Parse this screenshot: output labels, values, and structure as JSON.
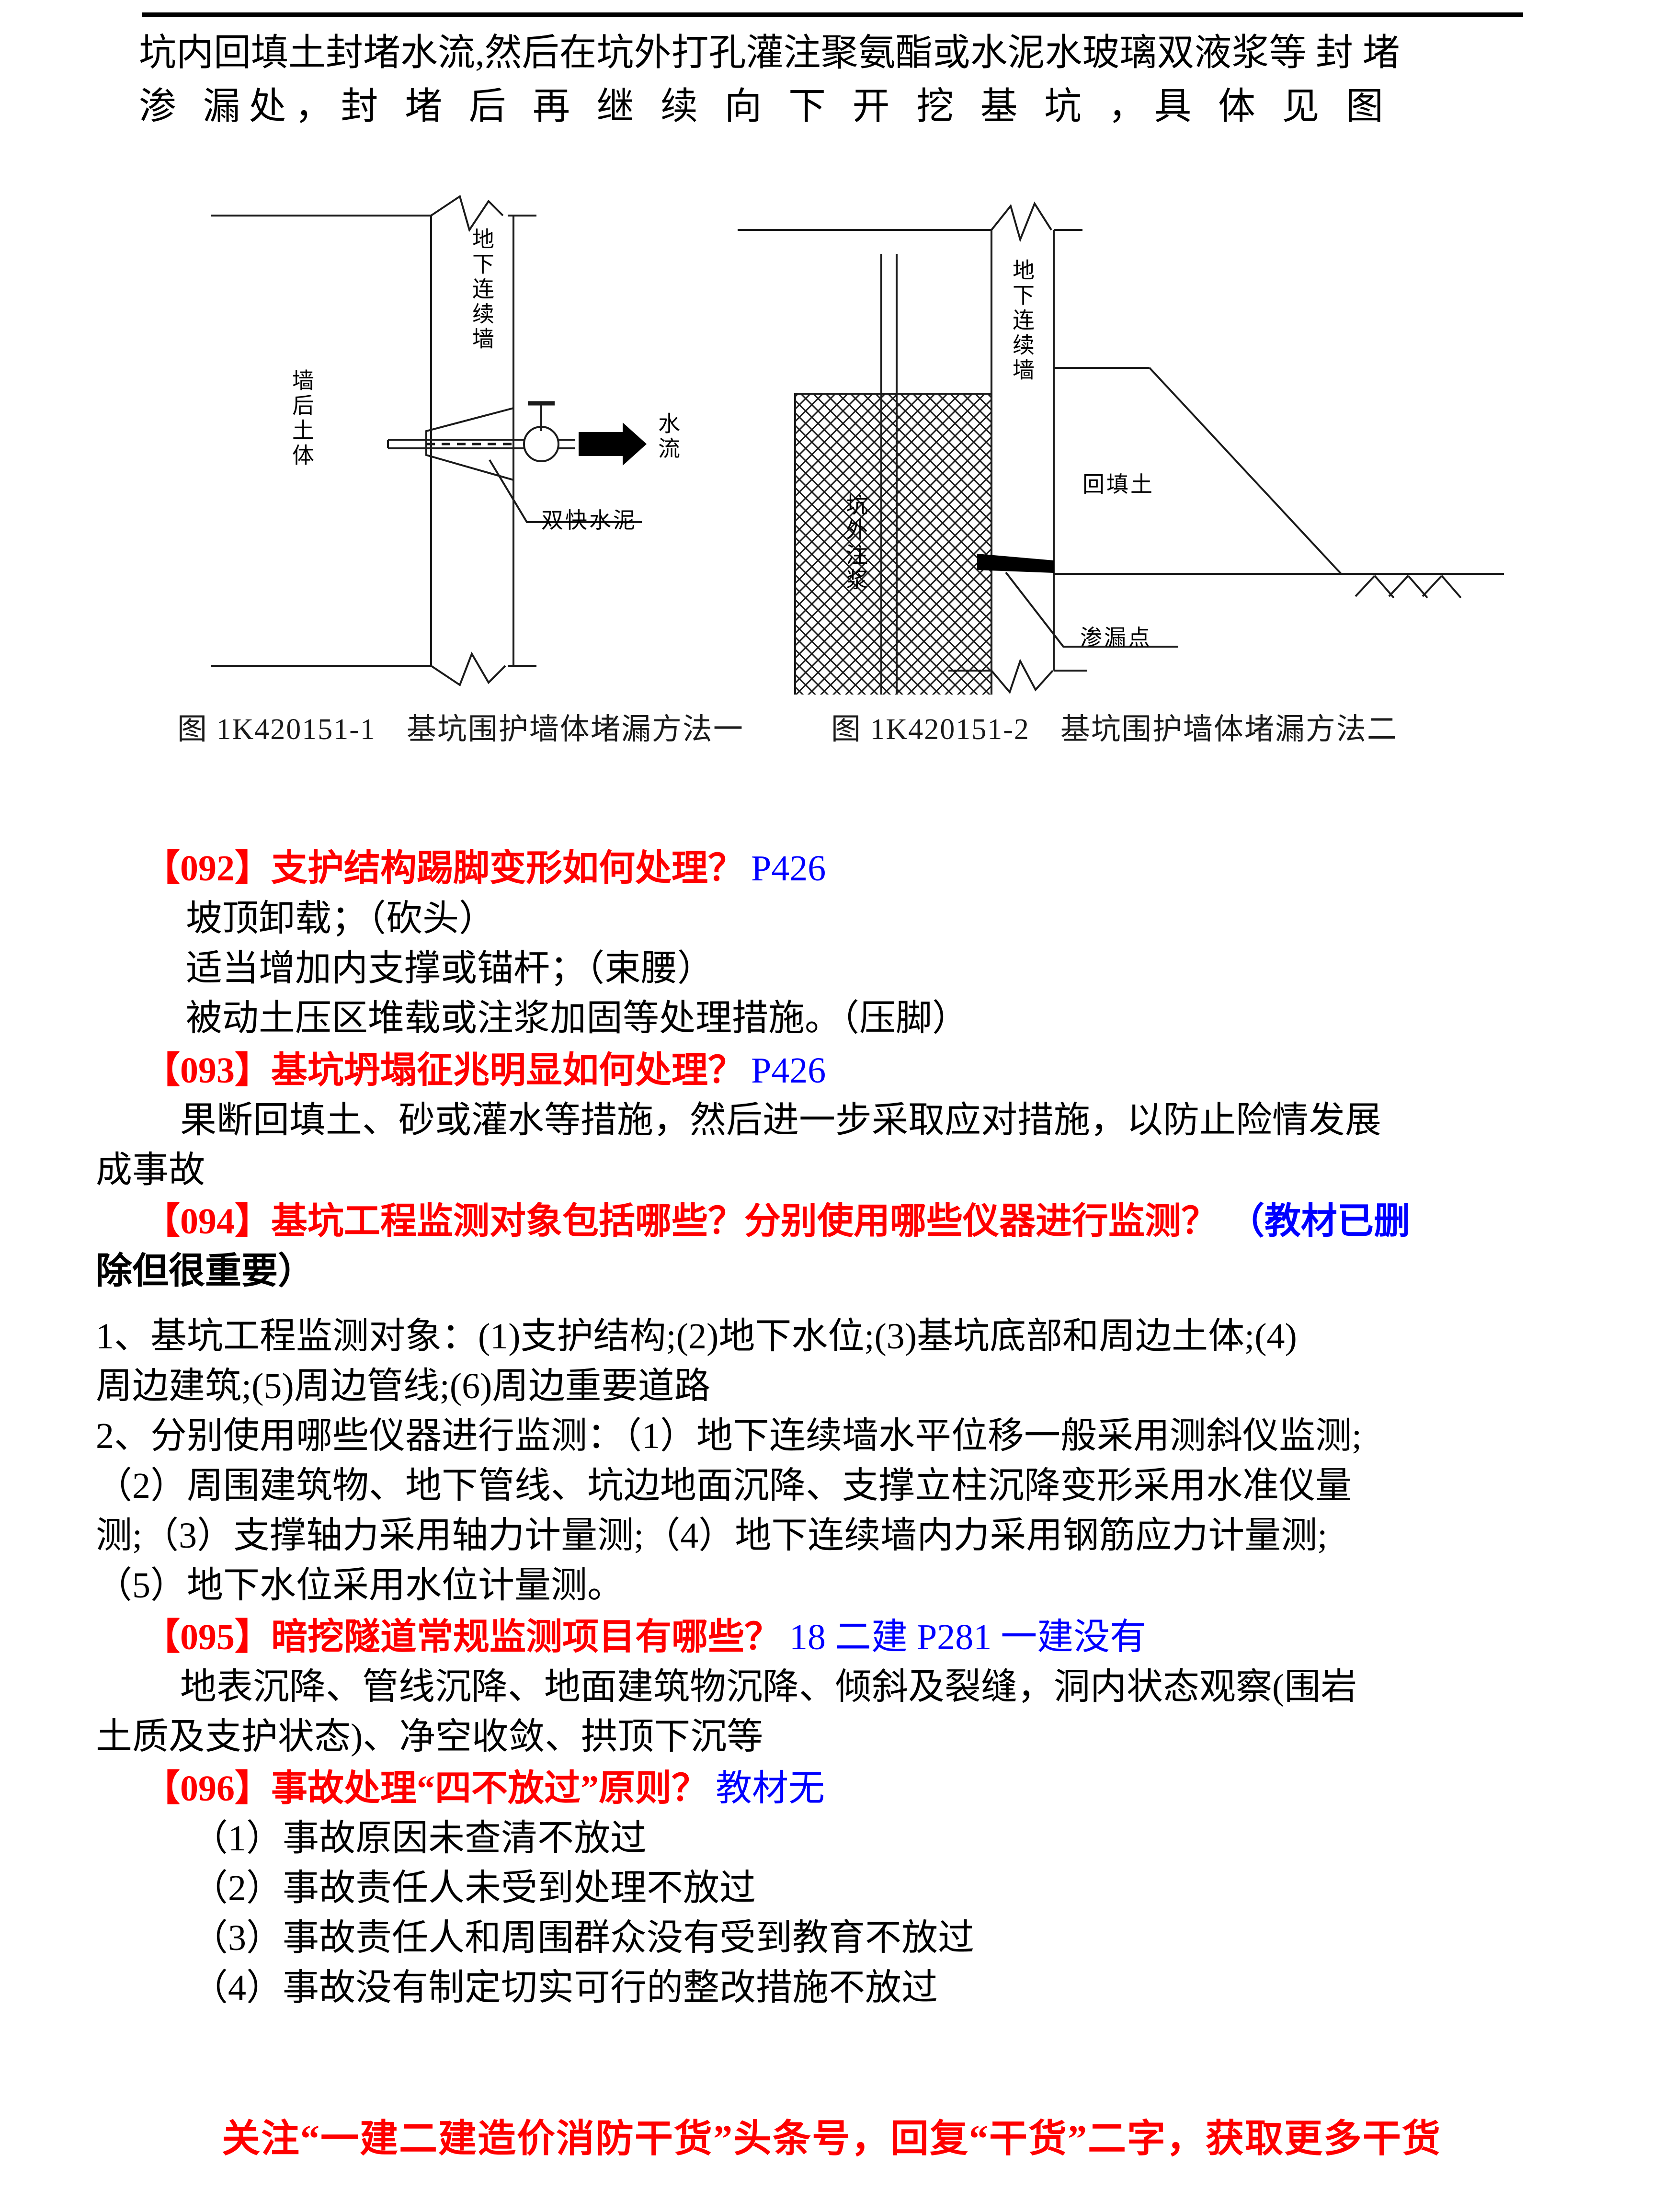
{
  "document": {
    "intro": {
      "line1": "坑内回填土封堵水流,然后在坑外打孔灌注聚氨酯或水泥水玻璃双液浆等 封 堵",
      "line2": "渗 漏处，封 堵 后 再 继 续 向 下 开 挖 基 坑 ，具 体 见 图"
    },
    "figures": [
      {
        "caption": "图 1K420151-1　基坑围护墙体堵漏方法一",
        "labels": {
          "soil_behind_wall": "墙后土体",
          "diaphragm_wall": "地下连续墙",
          "water_flow": "水流",
          "rapid_cement": "双快水泥"
        }
      },
      {
        "caption": "图 1K420151-2　基坑围护墙体堵漏方法二",
        "labels": {
          "outside_pit_grouting": "坑外注浆",
          "diaphragm_wall": "地下连续墙",
          "backfill_soil": "回填土",
          "leak_point": "渗漏点"
        }
      }
    ],
    "sections": [
      {
        "id": "092",
        "number": "【092】",
        "title": "支护结构踢脚变形如何处理？",
        "ref": "P426",
        "lines": [
          "坡顶卸载；（砍头）",
          "适当增加内支撑或锚杆；（束腰）",
          "被动土压区堆载或注浆加固等处理措施。（压脚）"
        ]
      },
      {
        "id": "093",
        "number": "【093】",
        "title": "基坑坍塌征兆明显如何处理？",
        "ref": "P426",
        "lines": [
          "　果断回填土、砂或灌水等措施，然后进一步采取应对措施，以防止险情发展",
          "成事故"
        ]
      },
      {
        "id": "094",
        "number": "【094】",
        "title": "基坑工程监测对象包括哪些？分别使用哪些仪器进行监测？",
        "ref": "（教材已删",
        "ref_cont": "除但很重要）",
        "lines": [
          "1、基坑工程监测对象：(1)支护结构;(2)地下水位;(3)基坑底部和周边土体;(4)",
          "周边建筑;(5)周边管线;(6)周边重要道路",
          "2、分别使用哪些仪器进行监测：（1）地下连续墙水平位移一般采用测斜仪监测;",
          "（2）周围建筑物、地下管线、坑边地面沉降、支撑立柱沉降变形采用水准仪量",
          "测;（3）支撑轴力采用轴力计量测;（4）地下连续墙内力采用钢筋应力计量测;",
          "（5）地下水位采用水位计量测。"
        ]
      },
      {
        "id": "095",
        "number": "【095】",
        "title": "暗挖隧道常规监测项目有哪些？",
        "ref": "18 二建 P281 一建没有",
        "lines": [
          "　地表沉降、管线沉降、地面建筑物沉降、倾斜及裂缝，洞内状态观察(围岩",
          "土质及支护状态)、净空收敛、拱顶下沉等"
        ]
      },
      {
        "id": "096",
        "number": "【096】",
        "title": "事故处理“四不放过”原则？",
        "ref": "教材无",
        "lines": [
          "（1）事故原因未查清不放过",
          "（2）事故责任人未受到处理不放过",
          "（3）事故责任人和周围群众没有受到教育不放过",
          "（4）事故没有制定切实可行的整改措施不放过"
        ]
      }
    ],
    "footer": "关注“一建二建造价消防干货”头条号，回复“干货”二字，获取更多干货",
    "colors": {
      "heading_red": "#FF0000",
      "reference_blue": "#0000FF",
      "body_black": "#000000"
    }
  }
}
